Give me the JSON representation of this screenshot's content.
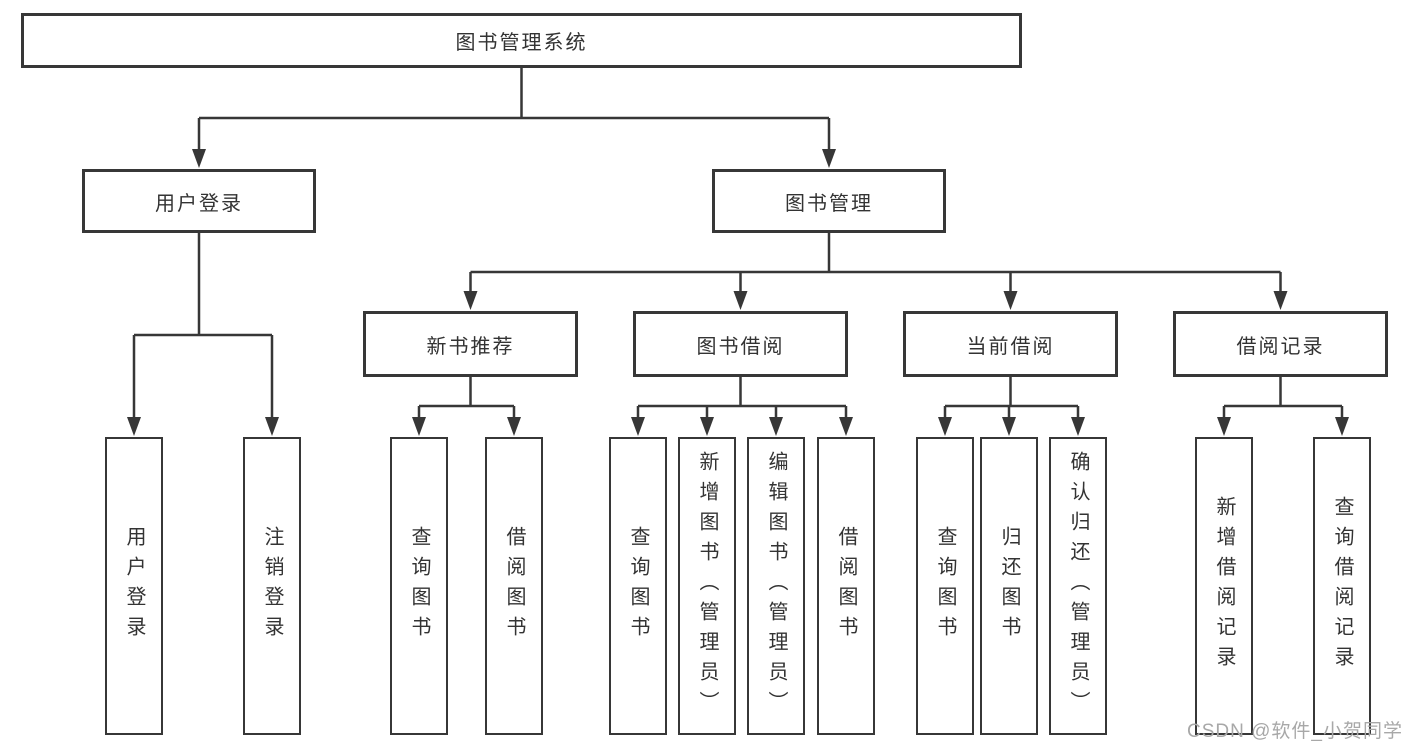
{
  "colors": {
    "line": "#373737",
    "text": "#333333",
    "box_background": "#ffffff",
    "watermark": "#a8a8a8"
  },
  "tree": {
    "root": {
      "label": "图书管理系统"
    },
    "branches": [
      {
        "label": "用户登录",
        "children": [
          {
            "label": "用户登录"
          },
          {
            "label": "注销登录"
          }
        ]
      },
      {
        "label": "图书管理",
        "groups": [
          {
            "label": "新书推荐",
            "children": [
              {
                "label": "查询图书"
              },
              {
                "label": "借阅图书"
              }
            ]
          },
          {
            "label": "图书借阅",
            "children": [
              {
                "label": "查询图书"
              },
              {
                "label": "新增图书（管理员）"
              },
              {
                "label": "编辑图书（管理员）"
              },
              {
                "label": "借阅图书"
              }
            ]
          },
          {
            "label": "当前借阅",
            "children": [
              {
                "label": "查询图书"
              },
              {
                "label": "归还图书"
              },
              {
                "label": "确认归还（管理员）"
              }
            ]
          },
          {
            "label": "借阅记录",
            "children": [
              {
                "label": "新增借阅记录"
              },
              {
                "label": "查询借阅记录"
              }
            ]
          }
        ]
      }
    ]
  },
  "watermark": {
    "text": "CSDN @软件_小贺同学"
  }
}
